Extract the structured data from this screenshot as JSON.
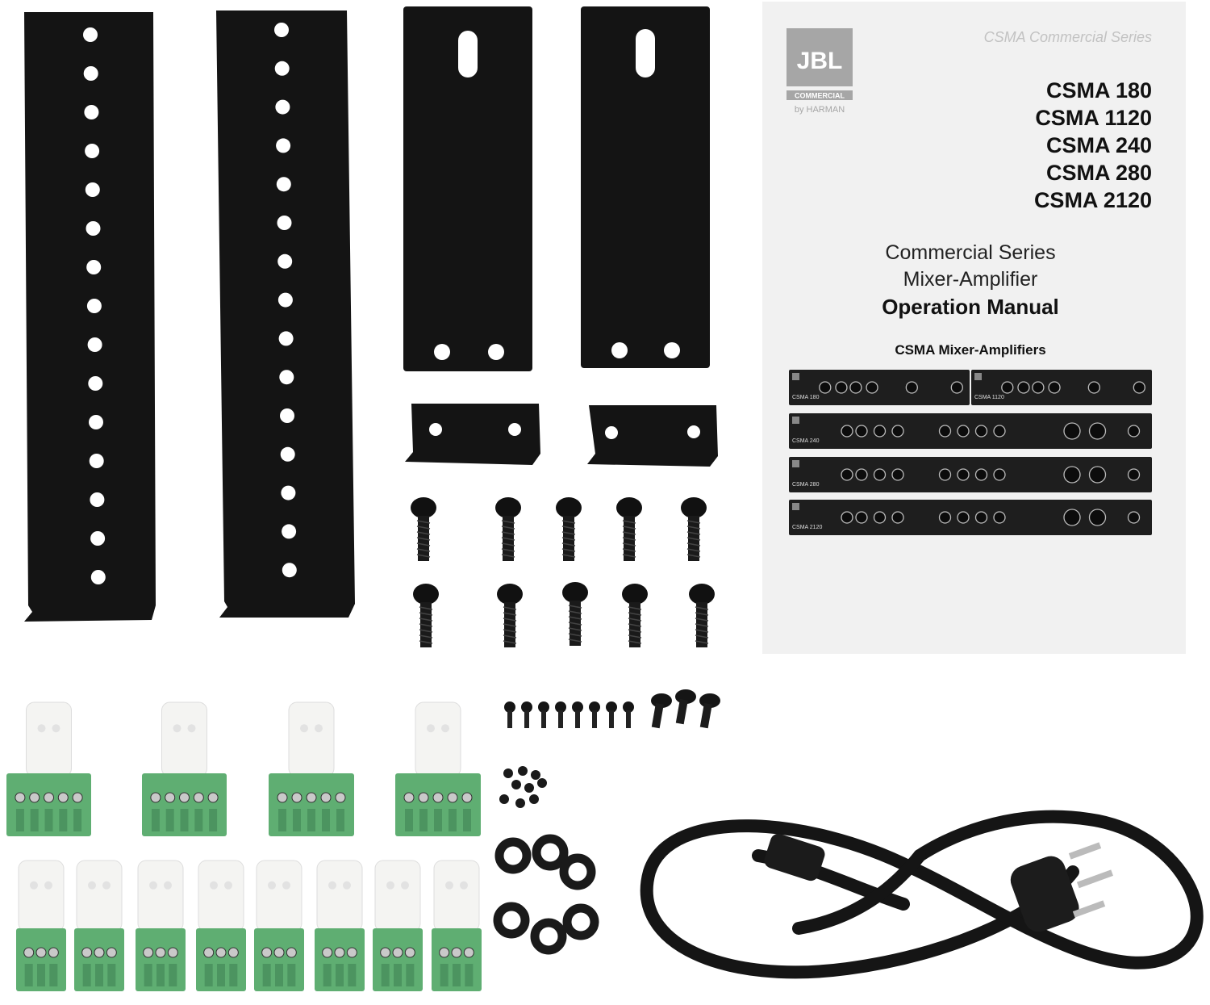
{
  "manual": {
    "series_header": "CSMA Commercial Series",
    "logo": {
      "brand": "JBL",
      "division": "COMMERCIAL",
      "byline": "by HARMAN"
    },
    "models": [
      "CSMA 180",
      "CSMA 1120",
      "CSMA 240",
      "CSMA 280",
      "CSMA 2120"
    ],
    "title_line1": "Commercial Series",
    "title_line2": "Mixer-Amplifier",
    "title_line3": "Operation Manual",
    "section_heading": "CSMA Mixer-Amplifiers",
    "panel_labels": [
      "CSMA 180",
      "CSMA 1120",
      "CSMA 240",
      "CSMA 280",
      "CSMA 2120"
    ]
  },
  "colors": {
    "metal": "#141414",
    "terminal_green": "#5fae72",
    "manual_bg": "#f1f1f1",
    "tab_white": "#f4f4f2"
  }
}
